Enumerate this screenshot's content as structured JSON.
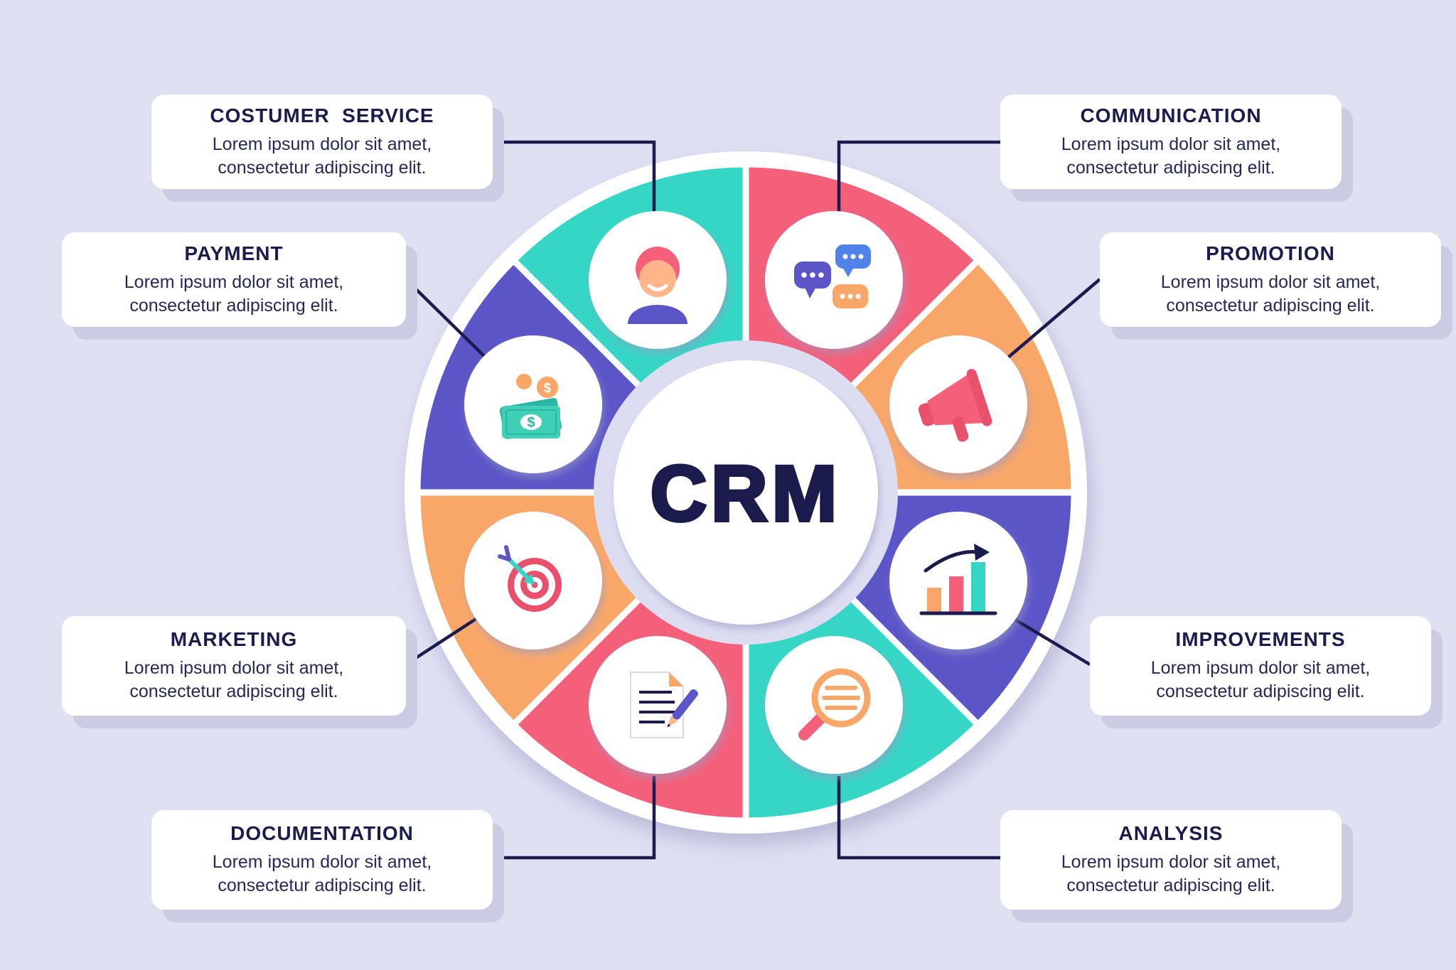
{
  "palette": {
    "background": "#dfe0f2",
    "navy": "#1b1b4d",
    "teal": "#35d6c5",
    "pink": "#f4607a",
    "orange": "#f9a769",
    "indigo": "#5c55c8",
    "card": "#ffffff",
    "shadow": "#cbcbe4"
  },
  "center": {
    "label": "CRM"
  },
  "glyphs": {
    "dollar": "$"
  },
  "segments": [
    {
      "name": "communication",
      "color": "#f4607a",
      "icon": "chat-bubbles-icon"
    },
    {
      "name": "promotion",
      "color": "#f9a769",
      "icon": "megaphone-icon"
    },
    {
      "name": "improvements",
      "color": "#5c55c8",
      "icon": "bar-chart-icon"
    },
    {
      "name": "analysis",
      "color": "#35d6c5",
      "icon": "magnifier-icon"
    },
    {
      "name": "documentation",
      "color": "#f4607a",
      "icon": "document-pen-icon"
    },
    {
      "name": "marketing",
      "color": "#f9a769",
      "icon": "target-arrow-icon"
    },
    {
      "name": "payment",
      "color": "#5c55c8",
      "icon": "money-icon"
    },
    {
      "name": "costumer-service",
      "color": "#35d6c5",
      "icon": "person-icon"
    }
  ],
  "callouts": [
    {
      "title": "COSTUMER  SERVICE",
      "description": [
        "Lorem ipsum dolor sit amet,",
        "consectetur adipiscing elit."
      ]
    },
    {
      "title": "COMMUNICATION",
      "description": [
        "Lorem ipsum dolor sit amet,",
        "consectetur adipiscing elit."
      ]
    },
    {
      "title": "PAYMENT",
      "description": [
        "Lorem ipsum dolor sit amet,",
        "consectetur adipiscing elit."
      ]
    },
    {
      "title": "PROMOTION",
      "description": [
        "Lorem ipsum dolor sit amet,",
        "consectetur adipiscing elit."
      ]
    },
    {
      "title": "MARKETING",
      "description": [
        "Lorem ipsum dolor sit amet,",
        "consectetur adipiscing elit."
      ]
    },
    {
      "title": "IMPROVEMENTS",
      "description": [
        "Lorem ipsum dolor sit amet,",
        "consectetur adipiscing elit."
      ]
    },
    {
      "title": "DOCUMENTATION",
      "description": [
        "Lorem ipsum dolor sit amet,",
        "consectetur adipiscing elit."
      ]
    },
    {
      "title": "ANALYSIS",
      "description": [
        "Lorem ipsum dolor sit amet,",
        "consectetur adipiscing elit."
      ]
    }
  ]
}
